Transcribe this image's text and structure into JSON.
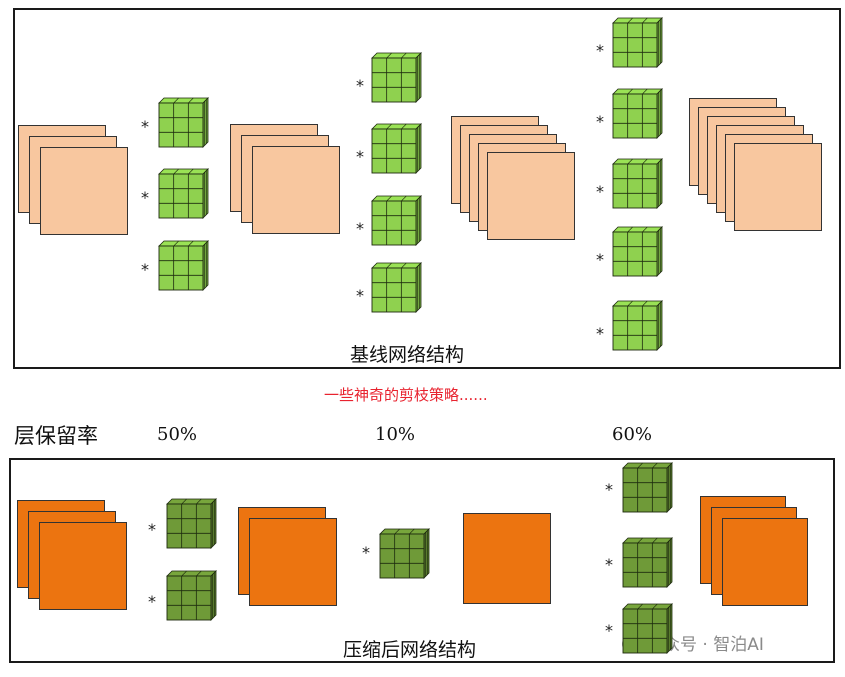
{
  "top_caption": "基线网络结构",
  "red_note": "一些神奇的剪枝策略......",
  "rate_label": "层保留率",
  "rates": [
    "50%",
    "10%",
    "60%"
  ],
  "bottom_caption": "压缩后网络结构",
  "watermark": "公众号 · 智泊AI",
  "operator_symbol": "*",
  "colors": {
    "feature_map_light": "#f8c79f",
    "feature_map_dark": "#ec7410",
    "kernel_light": "#8fd14f",
    "kernel_dark": "#6f9a38",
    "note_red": "#e8232f"
  },
  "icons": [
    "wechat-icon"
  ],
  "baseline_network": {
    "feature_map_stacks": [
      3,
      3,
      5,
      6
    ],
    "kernel_groups": [
      3,
      4,
      5
    ]
  },
  "compressed_network": {
    "feature_map_stacks": [
      3,
      2,
      1,
      3
    ],
    "kernel_groups": [
      2,
      1,
      3
    ]
  }
}
